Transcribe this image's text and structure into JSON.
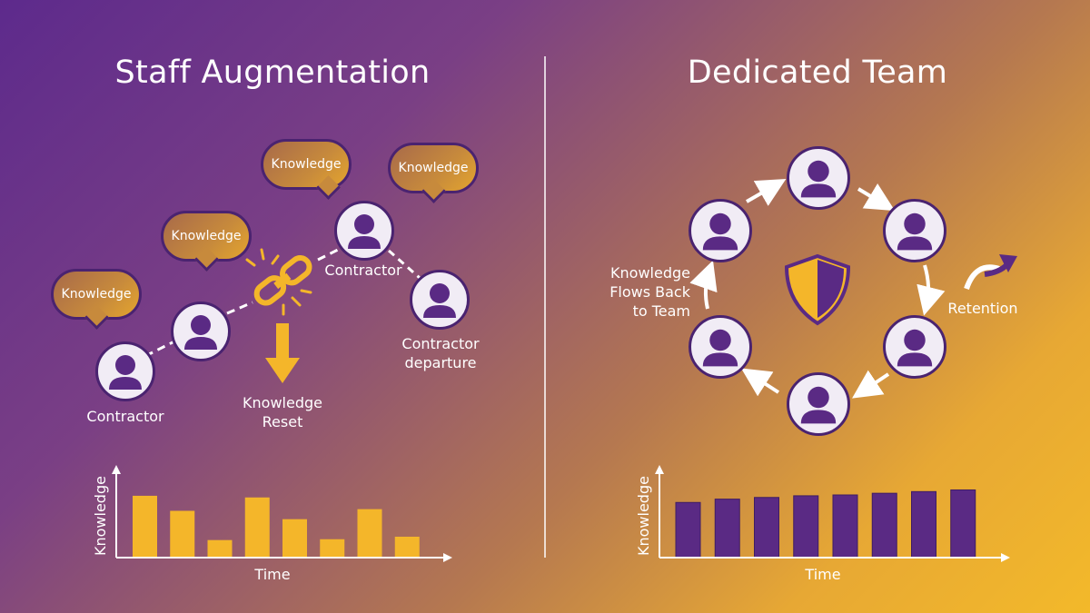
{
  "left": {
    "title": "Staff Augmentation",
    "bubbles": [
      "Knowledge",
      "Knowledge",
      "Knowledge",
      "Knowledge"
    ],
    "contractor_label_1": "Contractor",
    "contractor_label_2": "Contractor",
    "departure_label": "Contractor\ndeparture",
    "reset_label": "Knowledge\nReset"
  },
  "right": {
    "title": "Dedicated Team",
    "flow_label": "Knowledge\nFlows Back\nto Team",
    "retention_label": "Retention"
  },
  "colors": {
    "purple": "#5a2a84",
    "gold": "#f4b62a",
    "outline": "#4a2370",
    "white": "#ffffff"
  },
  "chart_data": [
    {
      "type": "bar",
      "xlabel": "Time",
      "ylabel": "Knowledge",
      "values": [
        7.4,
        5.6,
        2.1,
        7.2,
        4.6,
        2.2,
        5.8,
        2.5
      ],
      "ylim": [
        0,
        10
      ],
      "grid": false
    },
    {
      "type": "bar",
      "xlabel": "Time",
      "ylabel": "Knowledge",
      "values": [
        6.6,
        7.0,
        7.2,
        7.4,
        7.5,
        7.7,
        7.9,
        8.1
      ],
      "ylim": [
        0,
        10
      ],
      "grid": false
    }
  ]
}
